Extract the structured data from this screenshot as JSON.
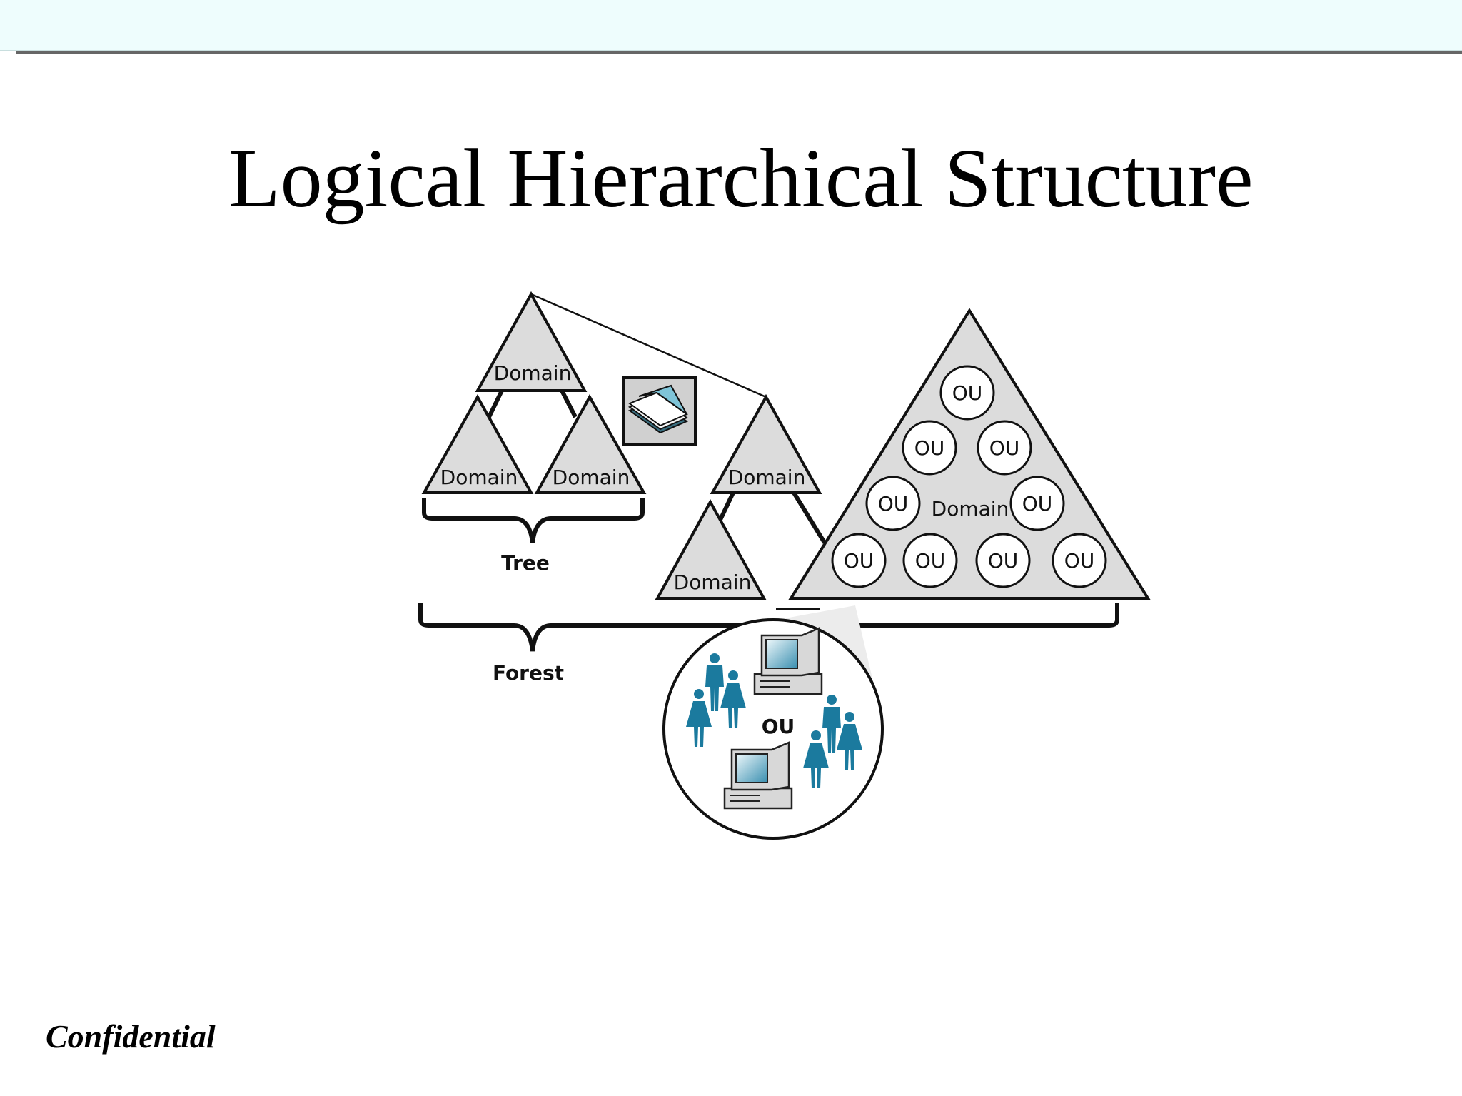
{
  "slide": {
    "title": "Logical Hierarchical Structure",
    "footer": "Confidential"
  },
  "diagram": {
    "tree_domains": [
      "Domain",
      "Domain",
      "Domain"
    ],
    "other_domains": [
      "Domain",
      "Domain"
    ],
    "tree_label": "Tree",
    "forest_label": "Forest",
    "big_domain": {
      "label": "Domain",
      "ous": [
        "OU",
        "OU",
        "OU",
        "OU",
        "OU",
        "OU",
        "OU",
        "OU",
        "OU"
      ]
    },
    "zoom_ou_label": "OU",
    "colors": {
      "triangle_fill": "#dcdcdc",
      "people": "#1b7a9e",
      "top_bar": "#eefdfd"
    },
    "icons": [
      "directory-book-icon",
      "computer-icon",
      "people-icon"
    ]
  }
}
